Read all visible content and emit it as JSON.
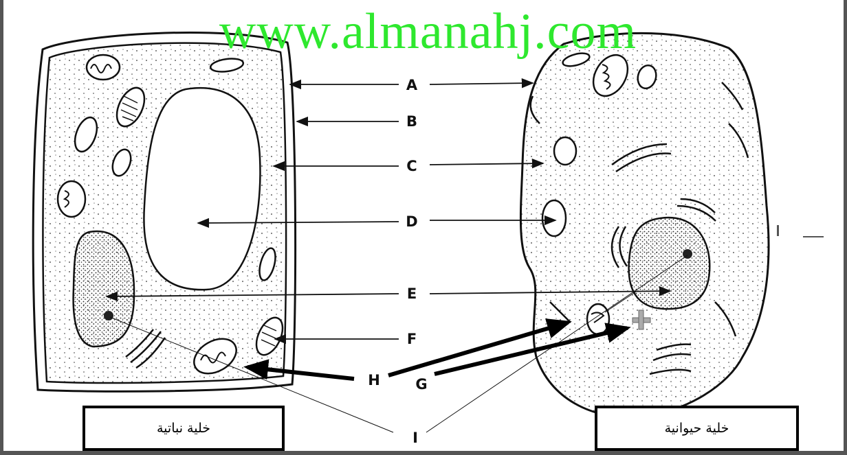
{
  "watermark": "www.almanahj.com",
  "labels": {
    "A": "A",
    "B": "B",
    "C": "C",
    "D": "D",
    "E": "E",
    "F": "F",
    "G": "G",
    "H": "H",
    "I": "I"
  },
  "captions": {
    "plant_cell": "خلية نباتية",
    "animal_cell": "خلية حيوانية"
  },
  "colors": {
    "watermark": "#2ee82e",
    "line": "#111111"
  }
}
